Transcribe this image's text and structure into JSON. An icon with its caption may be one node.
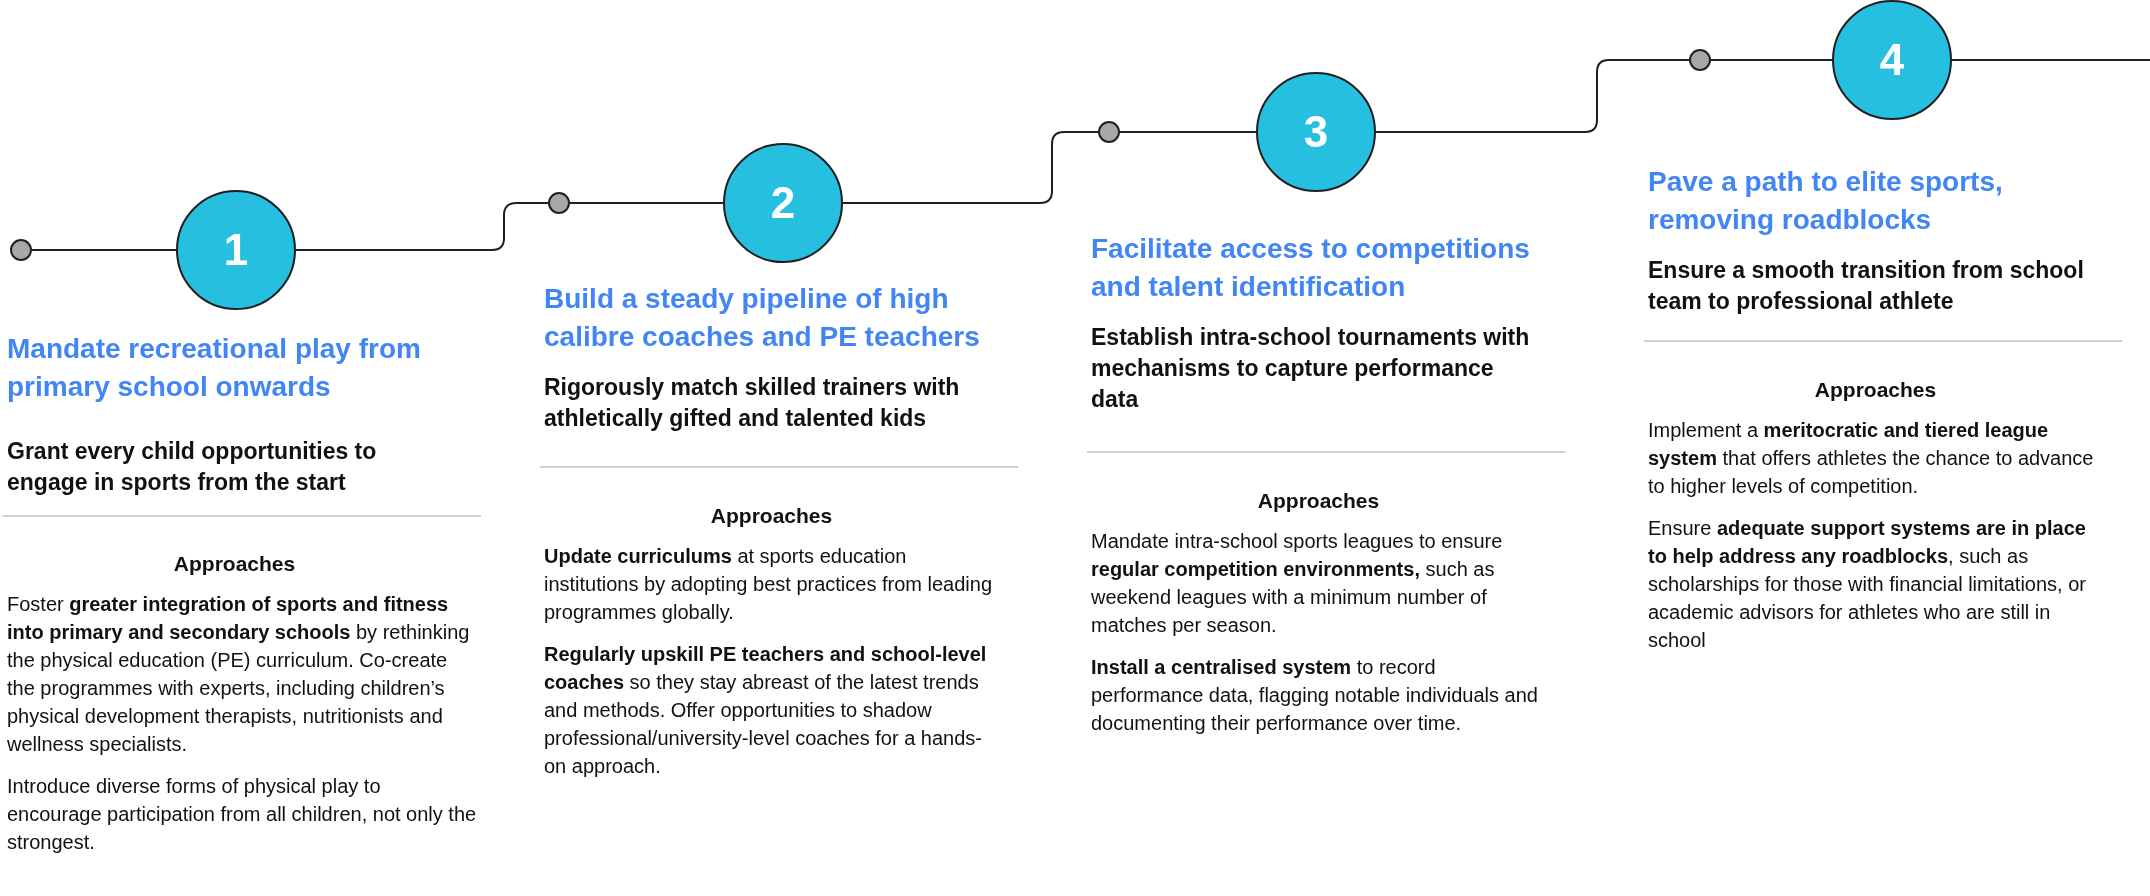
{
  "diagram": {
    "nodes": [
      {
        "text": [],
        "shape": "circle"
      },
      {
        "text": [
          "1"
        ]
      },
      {
        "text": [],
        "shape": "circle"
      },
      {
        "text": [
          "2"
        ]
      },
      {
        "text": [],
        "shape": "circle"
      },
      {
        "text": [
          "3"
        ]
      },
      {
        "text": [],
        "shape": "circle"
      },
      {
        "text": [
          "4"
        ]
      }
    ],
    "edges": [
      {
        "from": 0,
        "to": 1,
        "arrow": "none"
      },
      {
        "from": 1,
        "to": 2,
        "arrow": "none"
      },
      {
        "from": 2,
        "to": 3,
        "arrow": "none"
      },
      {
        "from": 3,
        "to": 4,
        "arrow": "none"
      },
      {
        "from": 4,
        "to": 5,
        "arrow": "none"
      },
      {
        "from": 5,
        "to": 6,
        "arrow": "none"
      },
      {
        "from": 6,
        "to": 7,
        "arrow": "none"
      },
      {
        "from": 7,
        "to": null,
        "arrow": "none"
      }
    ],
    "labels": [
      "Mandate recreational play from primary school onwards",
      "Grant every child opportunities to engage in sports from the start",
      "Approaches",
      "Foster **greater integration of sports and fitness into primary and secondary schools** by rethinking the physical education (PE) curriculum. Co-create the programmes with experts, including children’s physical development therapists, nutritionists and wellness specialists.",
      "Introduce diverse forms of physical play to encourage participation from all children, not only the strongest.",
      "Build a steady pipeline of high calibre coaches and PE teachers",
      "Rigorously match skilled trainers with athletically gifted and talented kids",
      "Approaches",
      "**Update curriculums** at sports education institutions by adopting best practices from leading programmes globally.",
      "**Regularly upskill PE teachers and school-level coaches** so they stay abreast of the latest trends and methods. Offer opportunities to shadow professional/university-level coaches for a hands-on approach.",
      "Facilitate access to competitions and talent identification",
      "Establish intra-school tournaments with mechanisms to capture performance data",
      "Approaches",
      "Mandate intra-school sports leagues to ensure **regular competition environments,** such as weekend leagues with a minimum number of matches per season.",
      "**Install a centralised system** to record performance data, flagging notable individuals and documenting their performance over time.",
      "Pave a path to elite sports, removing roadblocks",
      "Ensure a smooth transition from school team to professional athlete",
      "Approaches",
      "Implement a **meritocratic and tiered league system** that offers athletes the chance to advance to higher levels of competition.",
      "Ensure **adequate support systems are in place to help address any roadblocks**, such as scholarships for those with financial limitations, or academic advisors for athletes who are still in school"
    ]
  }
}
